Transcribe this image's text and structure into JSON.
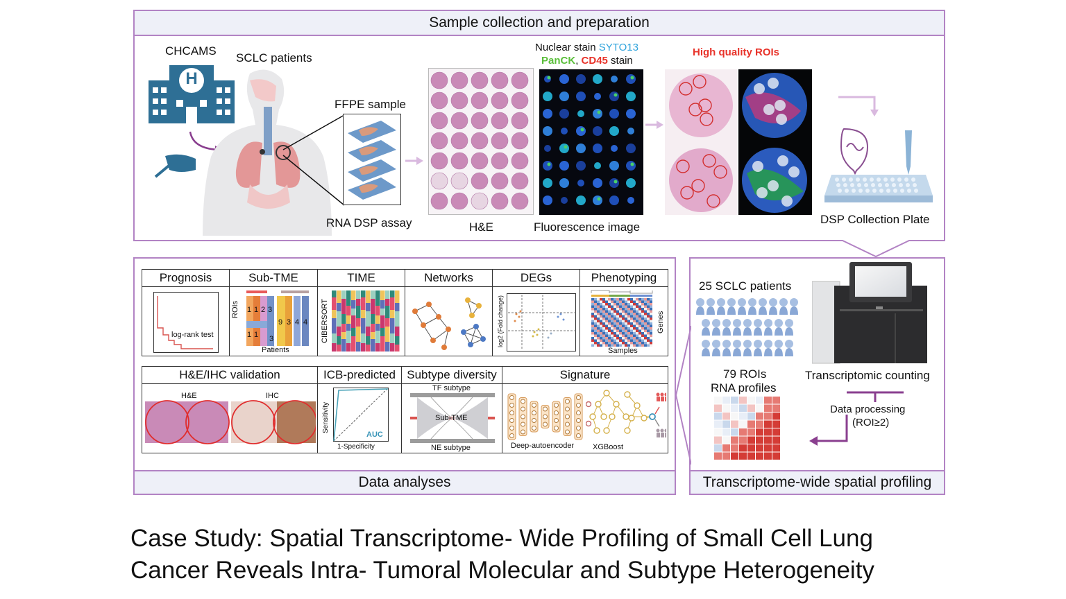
{
  "top_section": {
    "title": "Sample collection and preparation",
    "chcams": "CHCAMS",
    "hospital_letter": "H",
    "sclc_patients": "SCLC patients",
    "ffpe_sample": "FFPE sample",
    "rna_dsp_assay": "RNA DSP assay",
    "he_label": "H&E",
    "nuclear_stain": "Nuclear stain ",
    "syto13": "SYTO13",
    "panck": "PanCK",
    "comma": ", ",
    "cd45": "CD45",
    "stain": " stain",
    "fluorescence_image": "Fluorescence image",
    "high_quality_rois": "High quality ROIs",
    "dsp_collection_plate": "DSP Collection Plate"
  },
  "data_analyses": {
    "title": "Data analyses",
    "row1": [
      {
        "name": "Prognosis",
        "labels": [
          "log-rank test"
        ]
      },
      {
        "name": "Sub-TME",
        "labels": [
          "ROIs",
          "Patients",
          "1",
          "1",
          "2",
          "3",
          "9",
          "3",
          "4",
          "4",
          "1",
          "1",
          "3"
        ]
      },
      {
        "name": "TIME",
        "labels": [
          "CIBERSORT"
        ]
      },
      {
        "name": "Networks",
        "labels": []
      },
      {
        "name": "DEGs",
        "labels": [
          "log2 (Fold change)"
        ]
      },
      {
        "name": "Phenotyping",
        "labels": [
          "Genes",
          "Samples"
        ]
      }
    ],
    "row2": [
      {
        "name": "H&E/IHC validation",
        "labels": [
          "H&E",
          "IHC"
        ]
      },
      {
        "name": "ICB-predicted",
        "labels": [
          "Sensitivity",
          "1-Specificity",
          "AUC"
        ]
      },
      {
        "name": "Subtype diversity",
        "labels": [
          "TF subtype",
          "Sub-TME",
          "NE subtype"
        ]
      },
      {
        "name": "Signature",
        "labels": [
          "Deep-autoencoder",
          "XGBoost"
        ]
      }
    ]
  },
  "spatial_profiling": {
    "title": "Transcriptome-wide spatial profiling",
    "patients_label": "25 SCLC patients",
    "rois_label_1": "79 ROIs",
    "rois_label_2": "RNA profiles",
    "transcriptomic_counting": "Transcriptomic counting",
    "data_processing_1": "Data processing",
    "data_processing_2": "(ROI≥2)"
  },
  "caption": {
    "line1": "Case Study: Spatial Transcriptome-  Wide Profiling of Small Cell Lung",
    "line2": "Cancer Reveals Intra-  Tumoral Molecular and Subtype Heterogeneity"
  },
  "colors": {
    "frame": "#b283c4",
    "bar_bg": "#eef0f8",
    "accent_blue": "#2e6f95",
    "syto13": "#2ea3dc",
    "panck": "#5bbf3b",
    "cd45": "#e8332a",
    "roi_red": "#e02d2d"
  }
}
